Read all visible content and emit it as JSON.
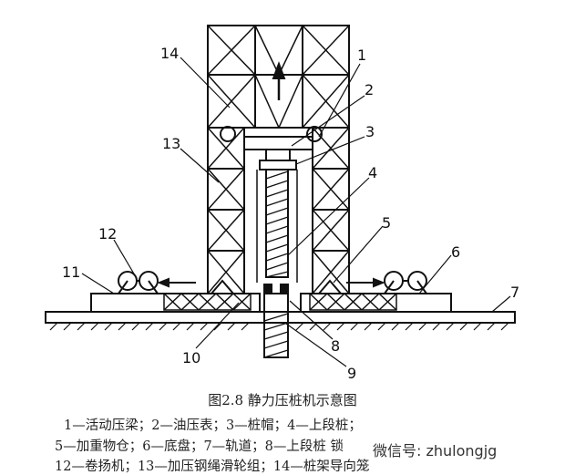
{
  "callouts": [
    "1",
    "2",
    "3",
    "4",
    "5",
    "6",
    "7",
    "8",
    "9",
    "10",
    "11",
    "12",
    "13",
    "14"
  ],
  "caption": "图2.8  静力压桩机示意图",
  "legend": [
    "1—活动压梁；2—油压表；3—桩帽；4—上段桩；",
    "5—加重物仓；6—底盘；7—轨道；8—上段桩  锁",
    "12—卷扬机；13—加压钢绳滑轮组；14—桩架导向笼"
  ],
  "watermark": "微信号: zhulongjg",
  "colors": {
    "ink": "#111111",
    "paper": "#ffffff"
  }
}
